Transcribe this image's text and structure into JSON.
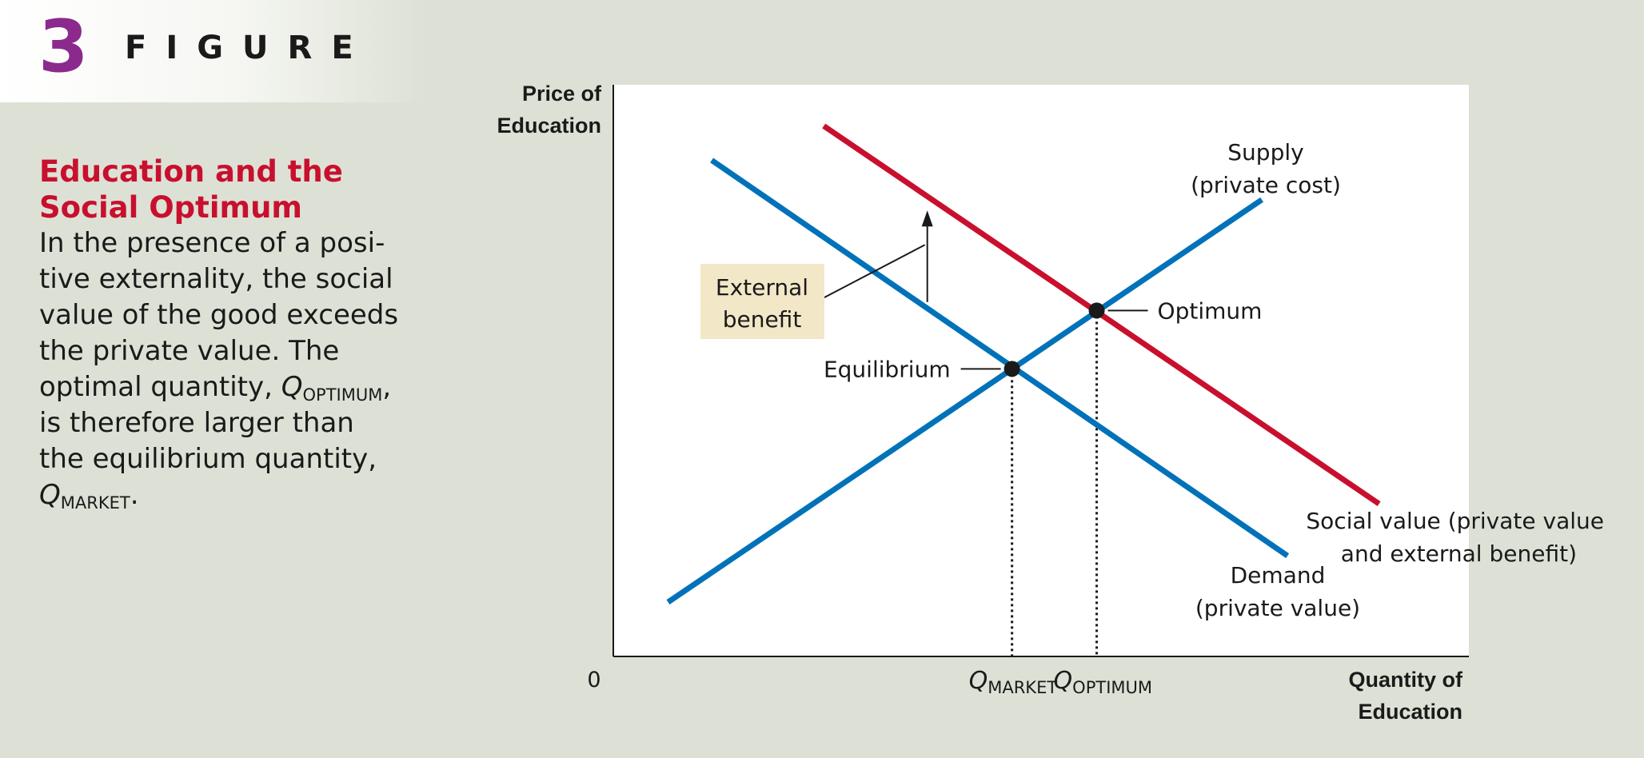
{
  "figure": {
    "number": "3",
    "word": "FIGURE"
  },
  "caption": {
    "title_lines": [
      "Education and the",
      "Social Optimum"
    ],
    "body_lines": [
      "In the presence of a posi-",
      "tive externality, the social",
      "value of the good exceeds",
      "the private value. The"
    ],
    "optimal_prefix": "optimal quantity, ",
    "q_letter": "Q",
    "optimum_sub": "OPTIMUM",
    "optimal_suffix": ",",
    "body_lines_2": [
      "is therefore larger than",
      "the equilibrium quantity,"
    ],
    "market_sub": "MARKET",
    "final_suffix": "."
  },
  "chart_data": {
    "type": "line",
    "title": "",
    "ylabel_lines": [
      "Price of",
      "Education"
    ],
    "xlabel_lines": [
      "Quantity of",
      "Education"
    ],
    "origin_label": "0",
    "xlim": [
      0,
      100
    ],
    "ylim": [
      0,
      100
    ],
    "colors": {
      "blue": "#0072b9",
      "red": "#c8102e",
      "box": "#f2e7c7"
    },
    "series": [
      {
        "key": "supply",
        "name_lines": [
          "Supply",
          "(private cost)"
        ],
        "color": "#0072b9",
        "points": [
          [
            6.4,
            9.5
          ],
          [
            75.8,
            79.9
          ]
        ]
      },
      {
        "key": "demand",
        "name_lines": [
          "Demand",
          "(private value)"
        ],
        "color": "#0072b9",
        "points": [
          [
            11.5,
            86.8
          ],
          [
            78.8,
            17.6
          ]
        ]
      },
      {
        "key": "social",
        "name_lines": [
          "Social value (private value",
          "and external benefit)"
        ],
        "color": "#c8102e",
        "points": [
          [
            24.6,
            92.8
          ],
          [
            89.5,
            26.7
          ]
        ]
      }
    ],
    "points": [
      {
        "key": "equilibrium",
        "label": "Equilibrium",
        "x": 46.6,
        "y": 50.3
      },
      {
        "key": "optimum",
        "label": "Optimum",
        "x": 56.5,
        "y": 60.5
      }
    ],
    "x_ticks": [
      {
        "key": "market",
        "letter": "Q",
        "sub": "MARKET",
        "x": 46.6
      },
      {
        "key": "optimum",
        "letter": "Q",
        "sub": "OPTIMUM",
        "x": 56.5
      }
    ],
    "annotation": {
      "lines": [
        "External",
        "benefit"
      ],
      "arrow_x": 36.7,
      "arrow_from_y": 62.0,
      "arrow_to_y": 78.0
    }
  }
}
